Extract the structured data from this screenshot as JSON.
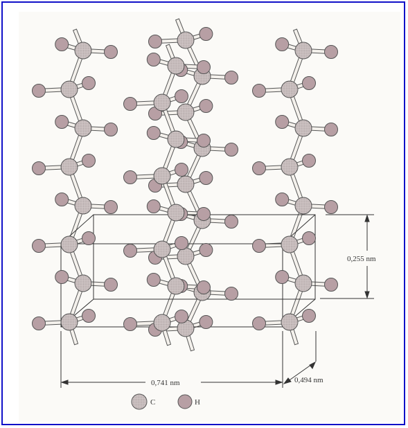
{
  "diagram": {
    "dimensions": {
      "height_label": "0,255 nm",
      "width_label": "0,741 nm",
      "depth_label": "0,494 nm"
    },
    "legend": {
      "carbon_label": "C",
      "hydrogen_label": "H"
    },
    "colors": {
      "frame_border": "#1010c8",
      "carbon_fill": "#c7bcbc",
      "hydrogen_fill": "#b79fa4",
      "bond_stroke": "#555555"
    }
  }
}
